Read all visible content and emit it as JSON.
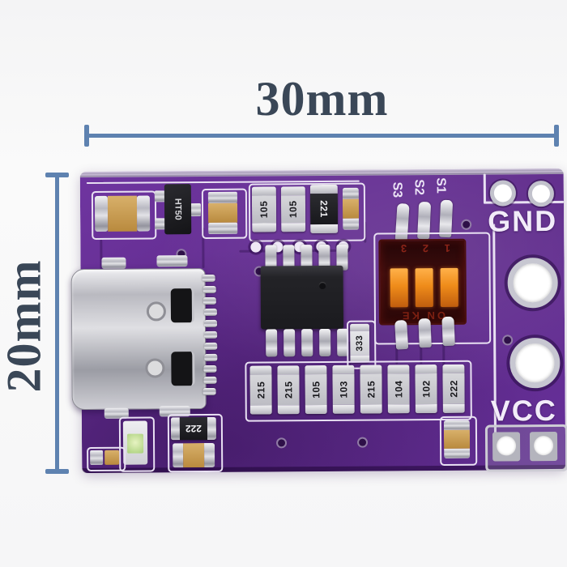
{
  "dimension_overlay": {
    "width_label": "30mm",
    "height_label": "20mm",
    "line_color": "#5e82b0",
    "text_color": "#3a4757"
  },
  "board": {
    "pcb_color": "#5e2a8a",
    "silkscreen_color": "#e9e1f3",
    "gnd_label": "GND",
    "vcc_label": "VCC",
    "switch_pin_labels": [
      "S3",
      "S2",
      "S1"
    ],
    "dip_switch": {
      "numbers": "1 2 3",
      "on_label": "ON KE",
      "body_color": "#2a0808",
      "slider_color": "#ef8c1a"
    },
    "components": {
      "transistor_label": "HT50",
      "top_resistors": [
        "105",
        "105",
        "221"
      ],
      "middle_resistor": "333",
      "bottom_resistors": [
        "215",
        "215",
        "105",
        "103",
        "215",
        "104",
        "102",
        "222"
      ],
      "left_resistor": "222"
    }
  }
}
